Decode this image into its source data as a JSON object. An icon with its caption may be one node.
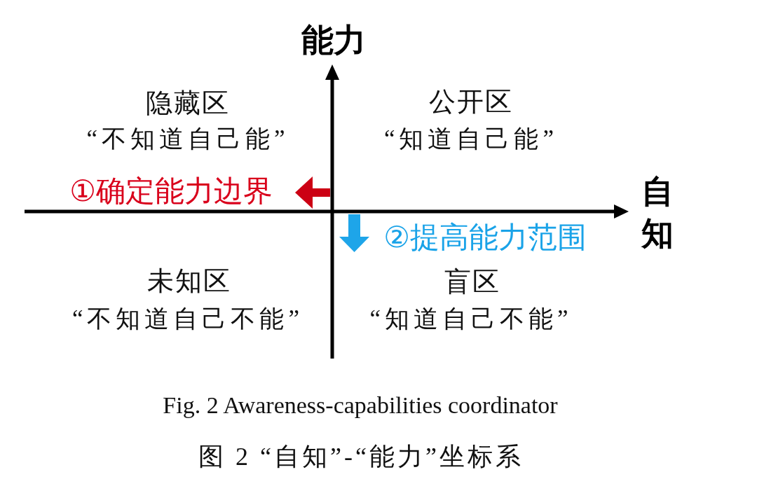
{
  "diagram": {
    "caption": "Fig. 2 Awareness-capabilities coordinator",
    "labels": [
      "能力",
      "隐藏区",
      "“不知道自己能”",
      "公开区",
      "“知道自己能”",
      "①确定能力边界",
      "自知",
      "②提高能力范围",
      "未知区",
      "“不知道自己不能”",
      "盲区",
      "“知道自己不能”",
      "图 2 “自知”-“能力”坐标系"
    ]
  }
}
